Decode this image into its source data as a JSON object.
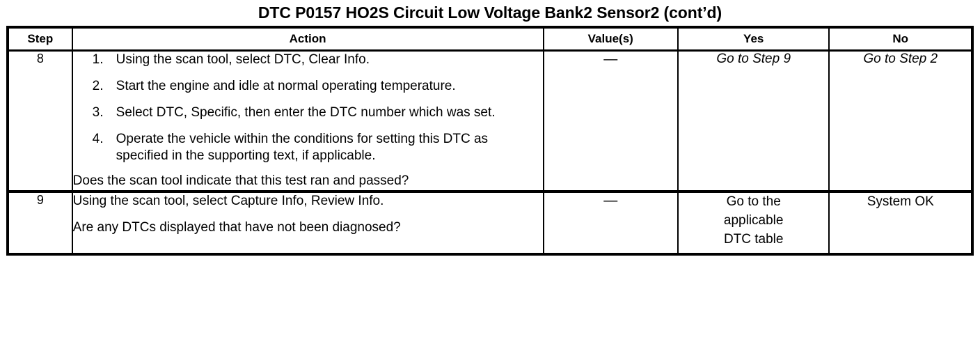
{
  "title": "DTC P0157 HO2S Circuit Low Voltage Bank2 Sensor2 (cont’d)",
  "table": {
    "headers": {
      "step": "Step",
      "action": "Action",
      "value": "Value(s)",
      "yes": "Yes",
      "no": "No"
    },
    "rows": [
      {
        "step": "8",
        "items": [
          {
            "num": "1.",
            "text": "Using the scan tool, select DTC, Clear Info."
          },
          {
            "num": "2.",
            "text": "Start the engine and idle at normal operating temperature."
          },
          {
            "num": "3.",
            "text": "Select DTC, Specific, then enter the DTC number which was set."
          },
          {
            "num": "4.",
            "text": "Operate the vehicle within the conditions for setting this DTC as specified in the supporting text, if applicable."
          }
        ],
        "question": "Does the scan tool indicate that this test ran and passed?",
        "value": "—",
        "yes": "Go to Step 9",
        "no": "Go to Step 2"
      },
      {
        "step": "9",
        "lines": [
          "Using the scan tool, select Capture Info, Review Info.",
          "Are any DTCs displayed that have not been diagnosed?"
        ],
        "value": "—",
        "yes_lines": [
          "Go to the",
          "applicable",
          "DTC table"
        ],
        "no": "System OK"
      }
    ]
  }
}
